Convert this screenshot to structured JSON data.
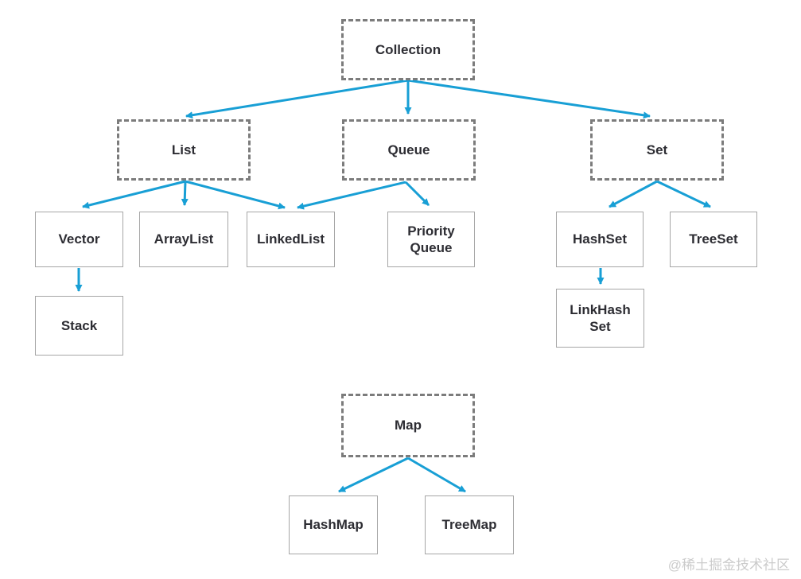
{
  "colors": {
    "arrow": "#189fd5",
    "dashed_border": "#7c7c7c",
    "solid_border": "#a6a6a6",
    "text": "#2d2d33",
    "watermark": "#cbcbcb",
    "background": "#ffffff"
  },
  "watermark": "@稀土掘金技术社区",
  "nodes": [
    {
      "id": "collection",
      "label": "Collection",
      "style": "dashed"
    },
    {
      "id": "list",
      "label": "List",
      "style": "dashed"
    },
    {
      "id": "queue",
      "label": "Queue",
      "style": "dashed"
    },
    {
      "id": "set",
      "label": "Set",
      "style": "dashed"
    },
    {
      "id": "vector",
      "label": "Vector",
      "style": "solid"
    },
    {
      "id": "arraylist",
      "label": "ArrayList",
      "style": "solid"
    },
    {
      "id": "linkedlist",
      "label": "LinkedList",
      "style": "solid"
    },
    {
      "id": "priorityqueue",
      "label": "Priority Queue",
      "style": "solid"
    },
    {
      "id": "hashset",
      "label": "HashSet",
      "style": "solid"
    },
    {
      "id": "treeset",
      "label": "TreeSet",
      "style": "solid"
    },
    {
      "id": "stack",
      "label": "Stack",
      "style": "solid"
    },
    {
      "id": "linkhashset",
      "label": "LinkHash Set",
      "style": "solid"
    },
    {
      "id": "map",
      "label": "Map",
      "style": "dashed"
    },
    {
      "id": "hashmap",
      "label": "HashMap",
      "style": "solid"
    },
    {
      "id": "treemap",
      "label": "TreeMap",
      "style": "solid"
    }
  ],
  "edges": [
    {
      "from": "collection",
      "to": "list"
    },
    {
      "from": "collection",
      "to": "queue"
    },
    {
      "from": "collection",
      "to": "set"
    },
    {
      "from": "list",
      "to": "vector"
    },
    {
      "from": "list",
      "to": "arraylist"
    },
    {
      "from": "list",
      "to": "linkedlist"
    },
    {
      "from": "queue",
      "to": "linkedlist"
    },
    {
      "from": "queue",
      "to": "priorityqueue"
    },
    {
      "from": "vector",
      "to": "stack"
    },
    {
      "from": "set",
      "to": "hashset"
    },
    {
      "from": "set",
      "to": "treeset"
    },
    {
      "from": "hashset",
      "to": "linkhashset"
    },
    {
      "from": "map",
      "to": "hashmap"
    },
    {
      "from": "map",
      "to": "treemap"
    }
  ]
}
